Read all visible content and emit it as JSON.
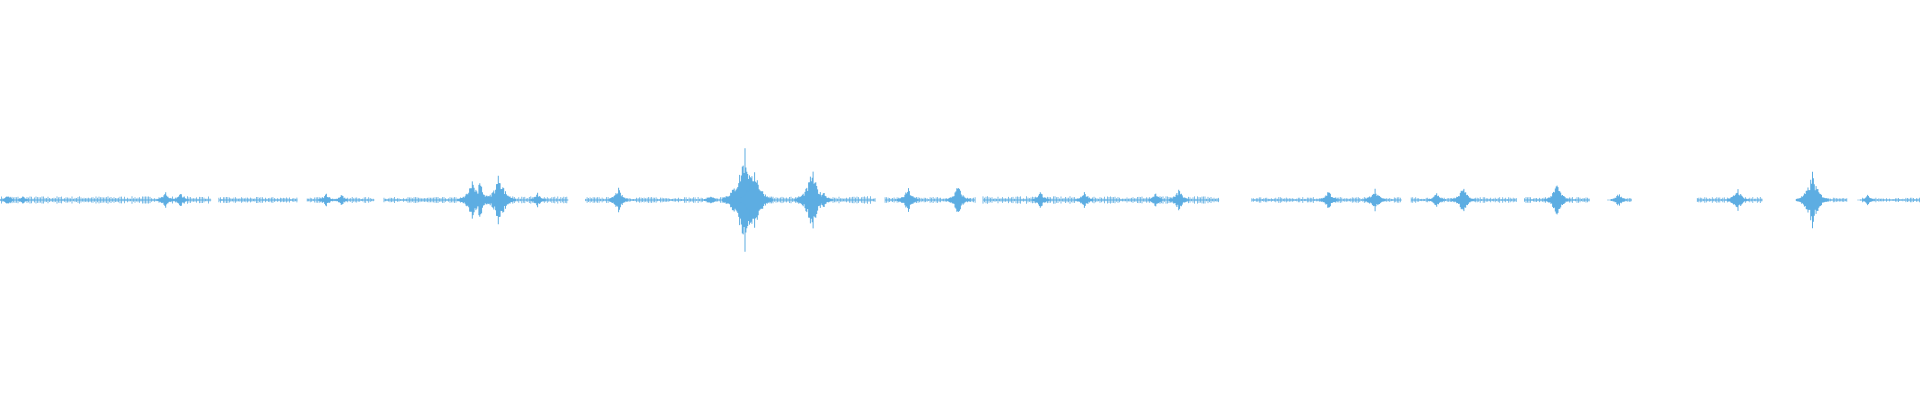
{
  "waveform": {
    "color": "#5dade2",
    "background": "#ffffff",
    "amplitude_max": 1.0,
    "duration_fraction_visible": 1.0,
    "segments": [
      {
        "start": 0.0,
        "end": 0.11,
        "level": 0.05
      },
      {
        "start": 0.114,
        "end": 0.155,
        "level": 0.04
      },
      {
        "start": 0.16,
        "end": 0.195,
        "level": 0.04
      },
      {
        "start": 0.2,
        "end": 0.245,
        "level": 0.04
      },
      {
        "start": 0.246,
        "end": 0.296,
        "level": 0.05
      },
      {
        "start": 0.305,
        "end": 0.383,
        "level": 0.04
      },
      {
        "start": 0.387,
        "end": 0.456,
        "level": 0.05
      },
      {
        "start": 0.461,
        "end": 0.508,
        "level": 0.04
      },
      {
        "start": 0.512,
        "end": 0.635,
        "level": 0.05
      },
      {
        "start": 0.652,
        "end": 0.73,
        "level": 0.04
      },
      {
        "start": 0.735,
        "end": 0.79,
        "level": 0.04
      },
      {
        "start": 0.794,
        "end": 0.828,
        "level": 0.04
      },
      {
        "start": 0.84,
        "end": 0.85,
        "level": 0.03
      },
      {
        "start": 0.884,
        "end": 0.918,
        "level": 0.04
      },
      {
        "start": 0.94,
        "end": 0.962,
        "level": 0.03
      },
      {
        "start": 0.97,
        "end": 1.0,
        "level": 0.03
      }
    ],
    "peaks": [
      {
        "pos": 0.004,
        "level": 0.07
      },
      {
        "pos": 0.012,
        "level": 0.06
      },
      {
        "pos": 0.086,
        "level": 0.12
      },
      {
        "pos": 0.094,
        "level": 0.1
      },
      {
        "pos": 0.17,
        "level": 0.1
      },
      {
        "pos": 0.178,
        "level": 0.08
      },
      {
        "pos": 0.246,
        "level": 0.3
      },
      {
        "pos": 0.25,
        "level": 0.26
      },
      {
        "pos": 0.26,
        "level": 0.4
      },
      {
        "pos": 0.28,
        "level": 0.1
      },
      {
        "pos": 0.322,
        "level": 0.18
      },
      {
        "pos": 0.37,
        "level": 0.08
      },
      {
        "pos": 0.388,
        "level": 0.75
      },
      {
        "pos": 0.393,
        "level": 0.5
      },
      {
        "pos": 0.423,
        "level": 0.45
      },
      {
        "pos": 0.429,
        "level": 0.12
      },
      {
        "pos": 0.473,
        "level": 0.18
      },
      {
        "pos": 0.499,
        "level": 0.22
      },
      {
        "pos": 0.542,
        "level": 0.12
      },
      {
        "pos": 0.565,
        "level": 0.12
      },
      {
        "pos": 0.602,
        "level": 0.1
      },
      {
        "pos": 0.614,
        "level": 0.16
      },
      {
        "pos": 0.692,
        "level": 0.15
      },
      {
        "pos": 0.716,
        "level": 0.18
      },
      {
        "pos": 0.748,
        "level": 0.12
      },
      {
        "pos": 0.762,
        "level": 0.2
      },
      {
        "pos": 0.811,
        "level": 0.25
      },
      {
        "pos": 0.843,
        "level": 0.1
      },
      {
        "pos": 0.905,
        "level": 0.18
      },
      {
        "pos": 0.944,
        "level": 0.4
      },
      {
        "pos": 0.973,
        "level": 0.08
      }
    ]
  }
}
